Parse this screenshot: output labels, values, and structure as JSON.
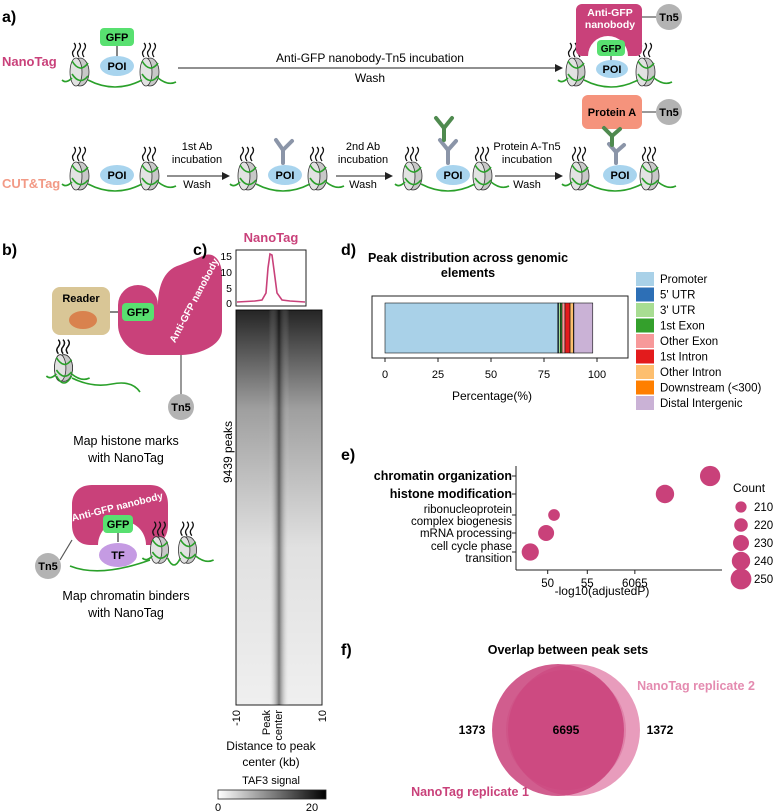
{
  "panels": {
    "a": "a)",
    "b": "b)",
    "c": "c)",
    "d": "d)",
    "e": "e)",
    "f": "f)"
  },
  "colors": {
    "nanotag": "#c9417a",
    "cuttag": "#f29a86",
    "gfp": "#58e070",
    "poi": "#a8d4ee",
    "tn5": "#b3b3b3",
    "reader": "#d9c696",
    "reader_dot": "#d9824e",
    "tf": "#c59be3",
    "dna": "#2aa02a",
    "protein_a": "#f5937c",
    "bubble": "#c9417a"
  },
  "panel_a": {
    "nanotag_label": "NanoTag",
    "cuttag_label": "CUT&Tag",
    "gfp": "GFP",
    "poi": "POI",
    "tn5": "Tn5",
    "nanobody": "Anti-GFP nanobody",
    "protein_a": "Protein A",
    "nanotag_step_line1": "Anti-GFP nanobody-Tn5 incubation",
    "nanotag_step_line2": "Wash",
    "cut_step1": [
      "1st Ab",
      "incubation",
      "Wash"
    ],
    "cut_step2": [
      "2nd Ab",
      "incubation",
      "Wash"
    ],
    "cut_step3": [
      "Protein A-Tn5",
      "incubation",
      "Wash"
    ]
  },
  "panel_b": {
    "reader": "Reader",
    "gfp": "GFP",
    "nanobody": "Anti-GFP nanobody",
    "tn5": "Tn5",
    "tf": "TF",
    "caption1_line1": "Map histone marks",
    "caption1_line2": "with NanoTag",
    "caption2_line1": "Map chromatin binders",
    "caption2_line2": "with NanoTag"
  },
  "panel_c": {
    "title": "NanoTag",
    "yticks": [
      "15",
      "10",
      "5",
      "0"
    ],
    "peaks_label": "9439 peaks",
    "xtick_left": "-10",
    "xtick_mid1": "Peak",
    "xtick_mid2": "center",
    "xtick_right": "10",
    "xlabel_line1": "Distance to peak",
    "xlabel_line2": "center (kb)",
    "colorbar_title": "TAF3 signal",
    "colorbar_min": "0",
    "colorbar_max": "20"
  },
  "chart_data": [
    {
      "type": "bar",
      "title": "Peak distribution across genomic elements",
      "xlabel": "Percentage(%)",
      "xlim": [
        0,
        100
      ],
      "xticks": [
        "0",
        "25",
        "50",
        "75",
        "100"
      ],
      "legend_position": "right",
      "series": [
        {
          "name": "Promoter",
          "value": 81.5,
          "color": "#a9d1e8"
        },
        {
          "name": "5' UTR",
          "value": 0.4,
          "color": "#2d6fb6"
        },
        {
          "name": "3' UTR",
          "value": 0.8,
          "color": "#a8dd92"
        },
        {
          "name": "1st Exon",
          "value": 0.8,
          "color": "#34a02c"
        },
        {
          "name": "Other Exon",
          "value": 1.4,
          "color": "#f7999a"
        },
        {
          "name": "1st Intron",
          "value": 2.4,
          "color": "#e31b1c"
        },
        {
          "name": "Other Intron",
          "value": 1.6,
          "color": "#fdbf6f"
        },
        {
          "name": "Downstream (<300)",
          "value": 0.2,
          "color": "#ff7f00"
        },
        {
          "name": "Distal Intergenic",
          "value": 8.9,
          "color": "#cab2d6"
        }
      ]
    },
    {
      "type": "scatter",
      "xlabel": "-log10(adjustedP)",
      "xticks": [
        "50",
        "55",
        "6065"
      ],
      "categories": [
        "chromatin organization",
        "histone modification",
        "ribonucleoprotein complex biogenesis",
        "mRNA processing",
        "cell cycle phase transition"
      ],
      "category_lines": [
        [
          "chromatin organization"
        ],
        [
          "histone modification"
        ],
        [
          "ribonucleoprotein",
          "complex biogenesis"
        ],
        [
          "mRNA  processing"
        ],
        [
          "cell cycle phase",
          "transition"
        ]
      ],
      "bold_categories": [
        true,
        true,
        false,
        false,
        false
      ],
      "x": [
        70.5,
        64.8,
        50.8,
        49.8,
        47.8
      ],
      "counts": [
        248,
        240,
        212,
        230,
        235
      ],
      "legend_title": "Count",
      "legend_values": [
        "210",
        "220",
        "230",
        "240",
        "250"
      ]
    },
    {
      "type": "venn",
      "title": "Overlap between peak sets",
      "sets": [
        {
          "name": "NanoTag replicate 1",
          "only": 1373
        },
        {
          "name": "NanoTag replicate 2",
          "only": 1372
        }
      ],
      "intersection": 6695
    }
  ]
}
